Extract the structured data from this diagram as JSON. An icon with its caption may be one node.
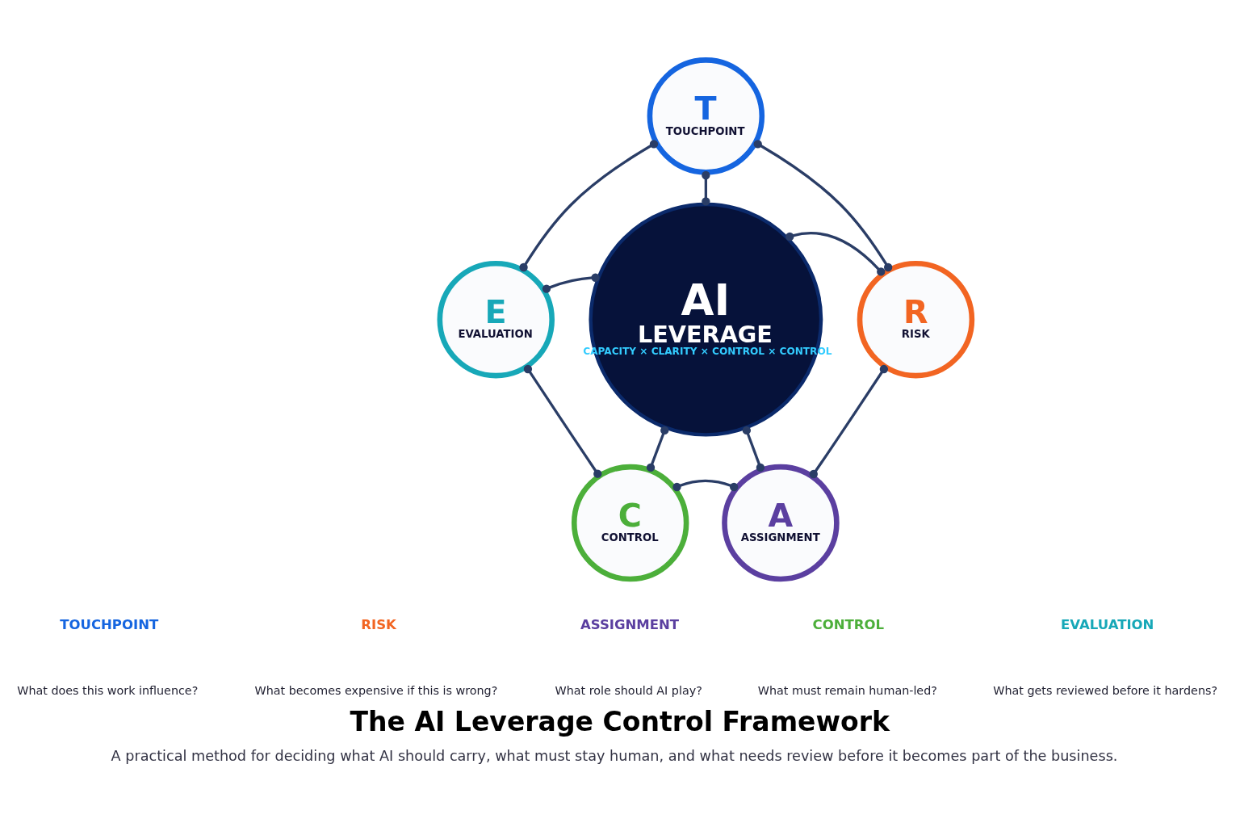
{
  "diagram": {
    "title": "The AI Leverage Control Framework",
    "caption": "A practical method for deciding what AI should carry, what must stay human, and what needs review before it becomes part of the business.",
    "nodes": [
      {
        "text": [
          "AI",
          "LEVERAGE",
          "CAPACITY × CLARITY × CONTROL × CONTROL"
        ]
      },
      {
        "text": [
          "T",
          "TOUCHPOINT"
        ]
      },
      {
        "text": [
          "R",
          "RISK"
        ]
      },
      {
        "text": [
          "A",
          "ASSIGNMENT"
        ]
      },
      {
        "text": [
          "C",
          "CONTROL"
        ]
      },
      {
        "text": [
          "E",
          "EVALUATION"
        ]
      }
    ],
    "edges": [
      {
        "from": 0,
        "to": 1,
        "arrow": "other"
      },
      {
        "from": 0,
        "to": 2,
        "arrow": "other"
      },
      {
        "from": 0,
        "to": 3,
        "arrow": "other"
      },
      {
        "from": 0,
        "to": 4,
        "arrow": "other"
      },
      {
        "from": 0,
        "to": 5,
        "arrow": "other"
      },
      {
        "from": 1,
        "to": 2,
        "arrow": "other"
      },
      {
        "from": 2,
        "to": 3,
        "arrow": "other"
      },
      {
        "from": 3,
        "to": 4,
        "arrow": "other"
      },
      {
        "from": 4,
        "to": 5,
        "arrow": "other"
      },
      {
        "from": 5,
        "to": 1,
        "arrow": "other"
      }
    ],
    "labels": [
      "TOUCHPOINT",
      "What does this work influence?",
      "RISK",
      "What becomes expensive if this is wrong?",
      "ASSIGNMENT",
      "What role should AI play?",
      "CONTROL",
      "What must remain human-led?",
      "EVALUATION",
      "What gets reviewed before it hardens?"
    ]
  }
}
